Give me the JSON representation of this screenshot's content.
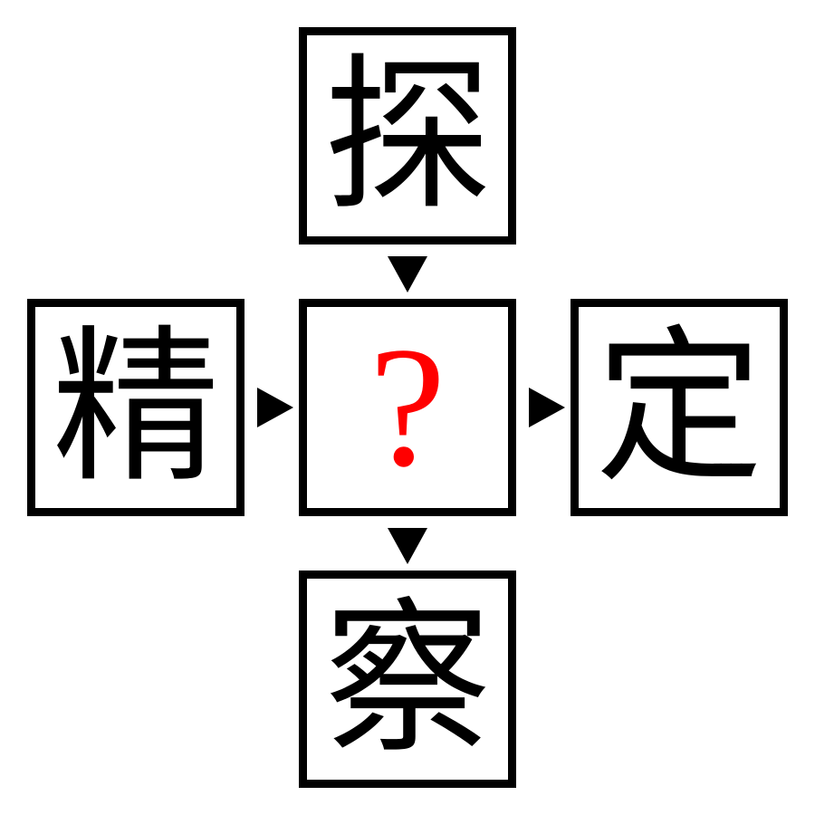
{
  "puzzle": {
    "top": "探",
    "left": "精",
    "center": "?",
    "right": "定",
    "bottom": "察"
  },
  "colors": {
    "border": "#000000",
    "text": "#000000",
    "question": "#ff0000",
    "background": "#ffffff"
  },
  "icons": {
    "arrow_down": "triangle-down-icon",
    "arrow_right": "triangle-right-icon"
  }
}
